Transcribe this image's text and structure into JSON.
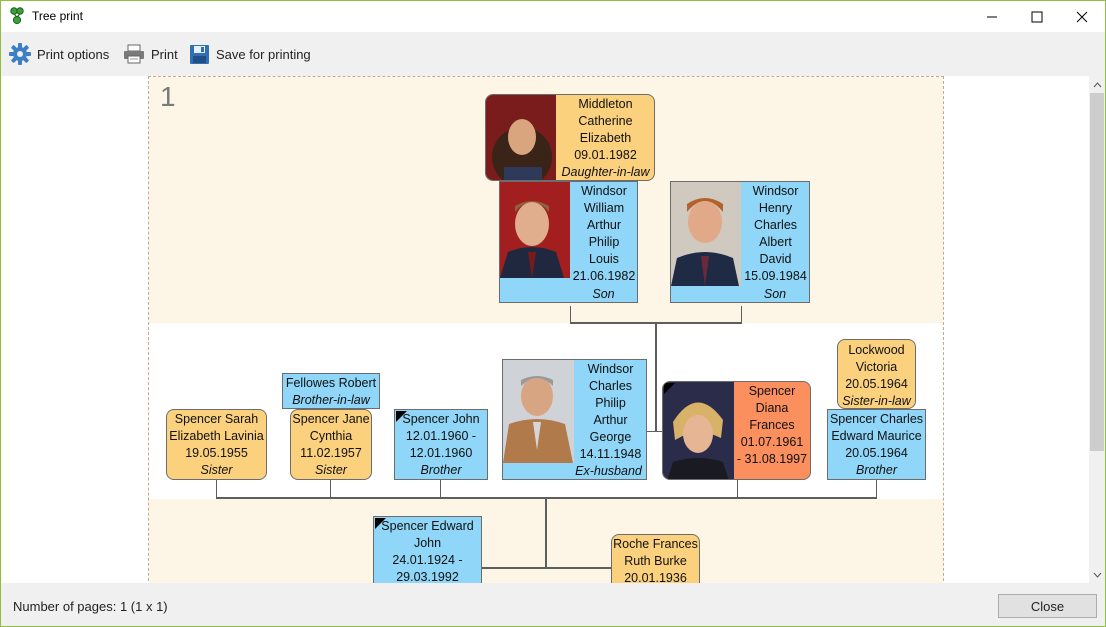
{
  "window": {
    "title": "Tree print"
  },
  "toolbar": {
    "print_options": "Print options",
    "print": "Print",
    "save": "Save for printing"
  },
  "page": {
    "number": "1"
  },
  "people": {
    "catherine": {
      "lines": [
        "Middleton",
        "Catherine",
        "Elizabeth",
        "09.01.1982"
      ],
      "relation": "Daughter-in-law"
    },
    "william": {
      "lines": [
        "Windsor",
        "William",
        "Arthur",
        "Philip",
        "Louis",
        "21.06.1982"
      ],
      "relation": "Son"
    },
    "harry": {
      "lines": [
        "Windsor",
        "Henry",
        "Charles",
        "Albert",
        "David",
        "15.09.1984"
      ],
      "relation": "Son"
    },
    "charles": {
      "lines": [
        "Windsor",
        "Charles",
        "Philip",
        "Arthur",
        "George",
        "14.11.1948"
      ],
      "relation": "Ex-husband"
    },
    "diana": {
      "lines": [
        "Spencer",
        "Diana",
        "Frances",
        "01.07.1961",
        "- 31.08.1997"
      ],
      "relation": ""
    },
    "victoria": {
      "lines": [
        "Lockwood",
        "Victoria",
        "20.05.1964"
      ],
      "relation": "Sister-in-law"
    },
    "charles_spencer": {
      "lines": [
        "Spencer Charles",
        "Edward Maurice",
        "20.05.1964"
      ],
      "relation": "Brother"
    },
    "sarah": {
      "lines": [
        "Spencer Sarah",
        "Elizabeth Lavinia",
        "19.05.1955"
      ],
      "relation": "Sister"
    },
    "robert": {
      "lines": [
        "Fellowes Robert"
      ],
      "relation": "Brother-in-law"
    },
    "jane": {
      "lines": [
        "Spencer Jane",
        "Cynthia",
        "11.02.1957"
      ],
      "relation": "Sister"
    },
    "john": {
      "lines": [
        "Spencer John",
        "12.01.1960 -",
        "12.01.1960"
      ],
      "relation": "Brother"
    },
    "edward": {
      "lines": [
        "Spencer Edward",
        "John",
        "24.01.1924 -",
        "29.03.1992"
      ],
      "relation": ""
    },
    "frances": {
      "lines": [
        "Roche Frances",
        "Ruth Burke",
        "20.01.1936"
      ],
      "relation": ""
    }
  },
  "status": {
    "pages": "Number of pages: 1 (1 x 1)"
  },
  "footer": {
    "close": "Close"
  },
  "colors": {
    "female": "#fbd17e",
    "male": "#8fd6f8",
    "highlight": "#fb8f5e",
    "band": "#fdf6e7"
  }
}
